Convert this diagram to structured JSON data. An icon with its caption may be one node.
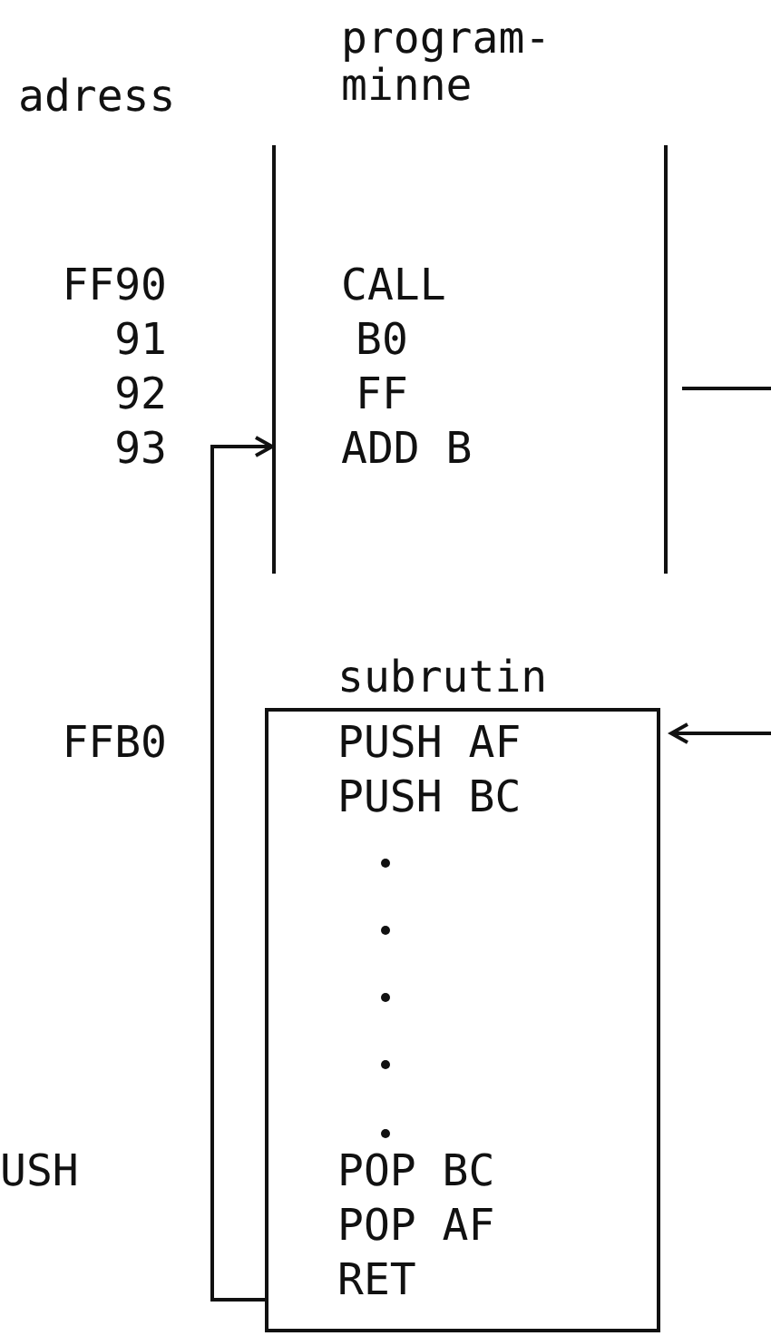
{
  "diagram": {
    "nodes": [
      {
        "text": [
          "program- minne",
          "CALL",
          "B0",
          "FF",
          "ADD B"
        ]
      },
      {
        "text": [
          "subrutin",
          "PUSH AF",
          "PUSH BC",
          "POP BC",
          "POP AF",
          "RET"
        ]
      }
    ],
    "edges": [
      {
        "from": 1,
        "to": 0,
        "arrow": "to"
      },
      {
        "from": 0,
        "to": null,
        "arrow": "none"
      },
      {
        "from": null,
        "to": 1,
        "arrow": "to"
      }
    ],
    "labels": [
      "adress",
      "FF90",
      "91",
      "92",
      "93",
      "FFB0",
      "USH"
    ]
  }
}
